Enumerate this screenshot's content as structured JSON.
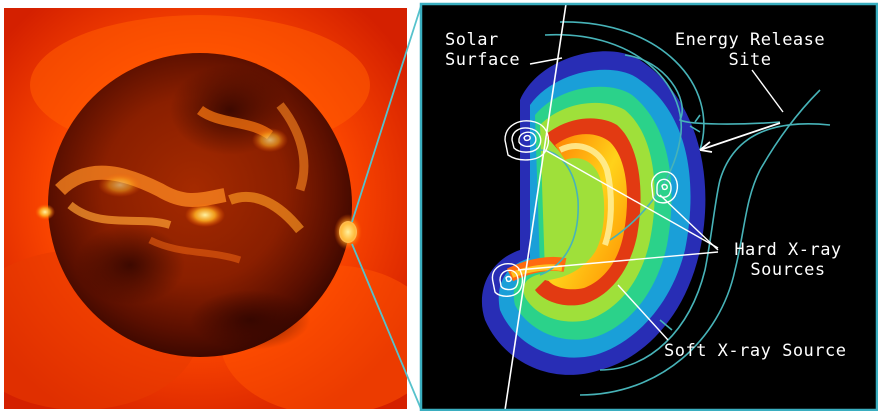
{
  "panels": {
    "left": {
      "subject": "Soft X-ray image of the full solar disk"
    },
    "right": {
      "subject": "Zoomed X-ray flare loop"
    }
  },
  "labels": {
    "solar_surface": "Solar Surface",
    "energy_release_site": "Energy Release Site",
    "hard_xray_sources": "Hard X-ray Sources",
    "soft_xray_source": "Soft X-ray Source"
  },
  "colors": {
    "zoom_lines": "#56c2cc",
    "right_border": "#3aaec0",
    "background_dark": "#000000",
    "label_text": "#ffffff",
    "field_lines": "#47b3b8"
  }
}
